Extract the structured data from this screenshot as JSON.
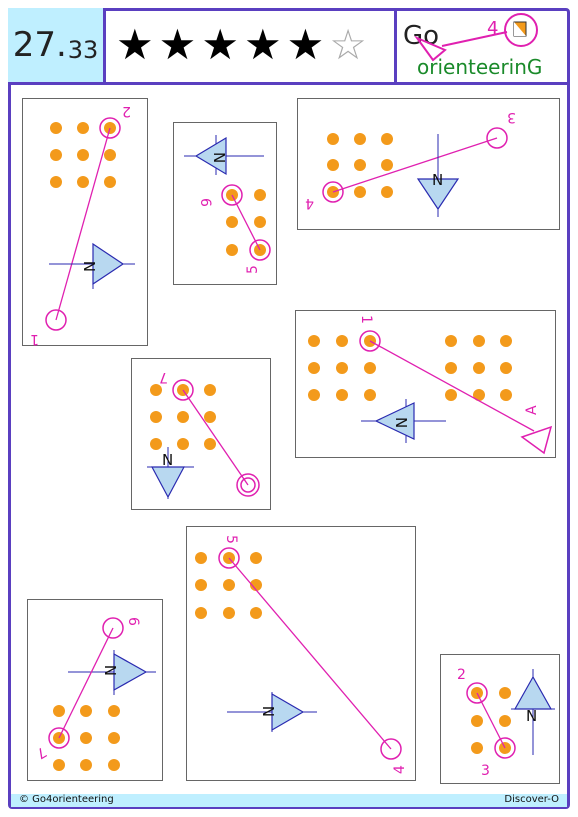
{
  "header": {
    "number_main": "27.",
    "number_sub": "33",
    "rating_filled": 5,
    "rating_total": 6,
    "stars": [
      "★",
      "★",
      "★",
      "★",
      "★",
      "☆"
    ],
    "logo_go": "Go",
    "logo_four": "4",
    "logo_word": "orienteerinG"
  },
  "north_label": "N",
  "puzzles": [
    {
      "labels": [
        "2",
        "1"
      ]
    },
    {
      "labels": [
        "6",
        "5"
      ]
    },
    {
      "labels": [
        "3",
        "4"
      ]
    },
    {
      "labels": [
        "1",
        "A"
      ]
    },
    {
      "labels": [
        "7"
      ]
    },
    {
      "labels": [
        "5",
        "4"
      ]
    },
    {
      "labels": [
        "6",
        "7"
      ]
    },
    {
      "labels": [
        "2",
        "3"
      ]
    }
  ],
  "footer": {
    "copyright": "© Go4orienteering",
    "series": "Discover-O"
  },
  "colors": {
    "frame": "#5a3fc0",
    "header_bg": "#bfefff",
    "control_circle": "#e020b0",
    "dot": "#f39a1b",
    "north_fill": "#b8d8f0",
    "north_line": "#2a2ab0"
  }
}
